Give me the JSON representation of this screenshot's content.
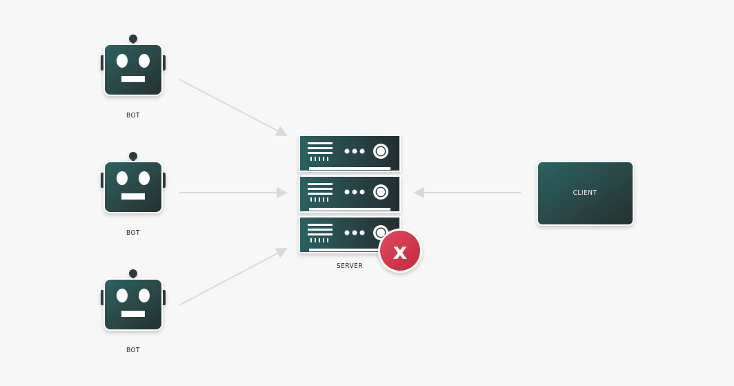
{
  "bots": [
    {
      "label": "BOT"
    },
    {
      "label": "BOT"
    },
    {
      "label": "BOT"
    }
  ],
  "server": {
    "label": "SERVER",
    "status_glyph": "x",
    "status_color": "#d6344d"
  },
  "client": {
    "label": "CLIENT"
  },
  "colors": {
    "node_dark": "#243035",
    "node_teal": "#2d5e5e",
    "arrow": "#d9d9d9",
    "background": "#f7f7f7"
  },
  "icons": [
    "robot-icon",
    "server-rack-icon",
    "error-x-icon"
  ]
}
